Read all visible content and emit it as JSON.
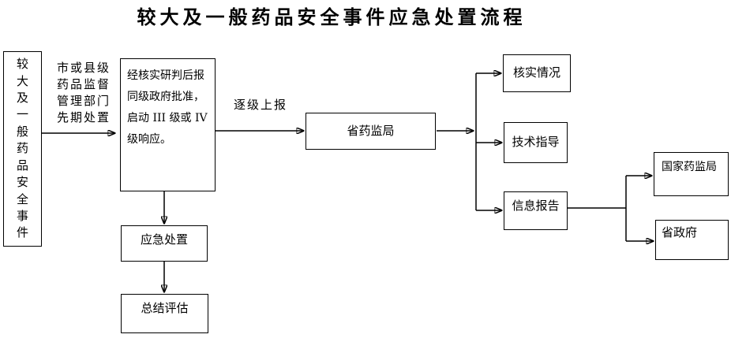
{
  "title": "较大及一般药品安全事件应急处置流程",
  "nodes": {
    "incident": "较大及一般药品安全事件",
    "approval": "经核实研判后报\n同级政府批准，\n启动 III 级或 IV\n级响应。",
    "provincial_bureau": "省药监局",
    "verify": "核实情况",
    "guidance": "技术指导",
    "report": "信息报告",
    "national_bureau": "国家药监局",
    "provincial_gov": "省政府",
    "emergency": "应急处置",
    "summary": "总结评估"
  },
  "edge_labels": {
    "initial_disposal": "市或县级\n药品监督\n管理部门\n先期处置",
    "level_report": "逐级上报"
  },
  "colors": {
    "line": "#000000",
    "text": "#000000",
    "background": "#ffffff"
  }
}
